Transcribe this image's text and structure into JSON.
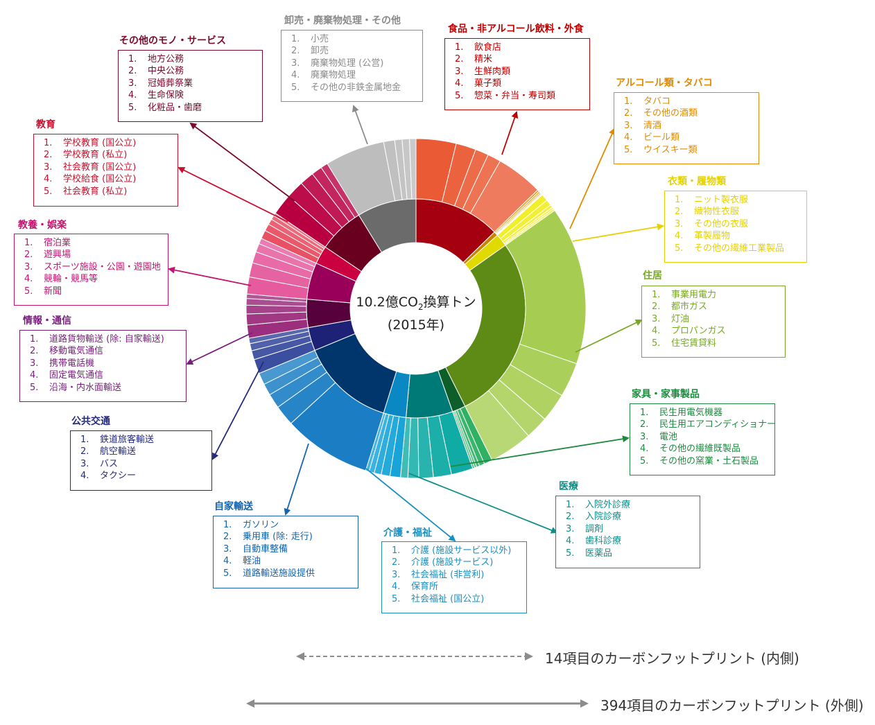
{
  "chart_data": {
    "type": "pie",
    "center_label": {
      "main": "10.2億CO",
      "sub": "2",
      "tail": "換算トン",
      "year": "(2015年)"
    },
    "legend": {
      "inner_label": "14項目のカーボンフットプリント (内側)",
      "outer_label": "394項目のカーボンフットプリント (外側)"
    },
    "categories": [
      {
        "id": "food",
        "title": "食品・非アルコール飲料・外食",
        "color": "#c00000",
        "inner": "#a50010",
        "outer": "#ea5a35",
        "share": 12.2,
        "items": [
          "飲食店",
          "精米",
          "生鮮肉類",
          "菓子類",
          "惣菜・弁当・寿司類"
        ],
        "outer_splits": [
          30,
          15,
          10,
          10,
          35
        ]
      },
      {
        "id": "alcohol",
        "title": "アルコール類・タバコ",
        "color": "#e08b00",
        "inner": "#c88400",
        "outer": "#e6a317",
        "share": 0.6,
        "items": [
          "タバコ",
          "その他の酒類",
          "清酒",
          "ビール類",
          "ウイスキー類"
        ],
        "outer_splits": [
          30,
          25,
          20,
          15,
          10
        ]
      },
      {
        "id": "clothing",
        "title": "衣類・履物類",
        "color": "#e5d100",
        "inner": "#e0da00",
        "outer": "#f1ee2a",
        "share": 1.8,
        "items": [
          "ニット製衣服",
          "織物性衣服",
          "その他の衣服",
          "革製履物",
          "その他の繊維工業製品"
        ],
        "outer_splits": [
          35,
          30,
          15,
          10,
          10
        ]
      },
      {
        "id": "housing",
        "title": "住居",
        "color": "#77a924",
        "inner": "#5e8a16",
        "outer": "#a6cd52",
        "share": 26.3,
        "items": [
          "事業用電力",
          "都市ガス",
          "灯油",
          "プロパンガス",
          "住宅賃貸料"
        ],
        "outer_splits": [
          55,
          12,
          10,
          8,
          15
        ]
      },
      {
        "id": "furniture",
        "title": "家具・家事製品",
        "color": "#1e8a3f",
        "inner": "#0e5e2a",
        "outer": "#2fb164",
        "share": 1.9,
        "items": [
          "民生用電気機器",
          "民生用エアコンディショナー",
          "電池",
          "その他の繊維既製品",
          "その他の窯業・土石製品"
        ],
        "outer_splits": [
          40,
          25,
          15,
          10,
          10
        ]
      },
      {
        "id": "medical",
        "title": "医療",
        "color": "#0f8f8a",
        "inner": "#007a76",
        "outer": "#10aba5",
        "share": 6.6,
        "items": [
          "入院外診療",
          "入院診療",
          "調剤",
          "歯科診療",
          "医薬品"
        ],
        "outer_splits": [
          30,
          25,
          20,
          15,
          10
        ]
      },
      {
        "id": "welfare",
        "title": "介護・福祉",
        "color": "#1a8fc2",
        "inner": "#0a88c4",
        "outer": "#18a4d9",
        "share": 3.2,
        "items": [
          "介護 (施設サービス以外)",
          "介護 (施設サービス)",
          "社会福祉 (非営利)",
          "保育所",
          "社会福祉 (国公立)"
        ],
        "outer_splits": [
          30,
          25,
          20,
          15,
          10
        ]
      },
      {
        "id": "car",
        "title": "自家輸送",
        "color": "#1563ad",
        "inner": "#00366c",
        "outer": "#1b7ec4",
        "share": 13.4,
        "items": [
          "ガソリン",
          "乗用車 (除: 走行)",
          "自動車整備",
          "軽油",
          "道路輸送施設提供"
        ],
        "outer_splits": [
          60,
          14,
          10,
          8,
          8
        ]
      },
      {
        "id": "transport",
        "title": "公共交通",
        "color": "#232a7d",
        "inner": "#1e2276",
        "outer": "#3c4e9f",
        "share": 3.3,
        "items": [
          "鉄道旅客輸送",
          "航空輸送",
          "バス",
          "タクシー"
        ],
        "outer_splits": [
          40,
          25,
          20,
          15
        ]
      },
      {
        "id": "info",
        "title": "情報・通信",
        "color": "#7a1d7e",
        "inner": "#56003c",
        "outer": "#9b2e7d",
        "share": 4.0,
        "items": [
          "道路貨物輸送 (除: 自家輸送)",
          "移動電気通信",
          "携帯電話機",
          "固定電気通信",
          "沿海・内水面輸送"
        ],
        "outer_splits": [
          30,
          25,
          20,
          15,
          10
        ]
      },
      {
        "id": "leisure",
        "title": "教養・娯楽",
        "color": "#c3156f",
        "inner": "#98005a",
        "outer": "#e55b9d",
        "share": 5.2,
        "items": [
          "宿泊業",
          "遊興場",
          "スポーツ施設・公園・遊園地",
          "競輪・競馬等",
          "新聞"
        ],
        "outer_splits": [
          30,
          25,
          20,
          15,
          10
        ]
      },
      {
        "id": "education",
        "title": "教育",
        "color": "#c8102e",
        "inner": "#cb0040",
        "outer": "#e85063",
        "share": 2.6,
        "items": [
          "学校教育 (国公立)",
          "学校教育 (私立)",
          "社会教育 (国公立)",
          "学校給食 (国公立)",
          "社会教育 (私立)"
        ],
        "outer_splits": [
          30,
          25,
          20,
          15,
          10
        ]
      },
      {
        "id": "other",
        "title": "その他のモノ・サービス",
        "color": "#7c0a2a",
        "inner": "#6a0020",
        "outer": "#b80040",
        "share": 6.5,
        "items": [
          "地方公務",
          "中央公務",
          "冠婚葬祭業",
          "生命保険",
          "化粧品・歯磨"
        ],
        "outer_splits": [
          30,
          25,
          20,
          15,
          10
        ]
      },
      {
        "id": "retail",
        "title": "卸売・廃棄物処理・その他",
        "color": "#8a8a8a",
        "inner": "#6b6b6b",
        "outer": "#bdbdbd",
        "share": 8.4,
        "items": [
          "小売",
          "卸売",
          "廃棄物処理 (公営)",
          "廃棄物処理",
          "その他の非鉄金属地金"
        ],
        "outer_splits": [
          65,
          12,
          8,
          8,
          7
        ]
      }
    ]
  }
}
